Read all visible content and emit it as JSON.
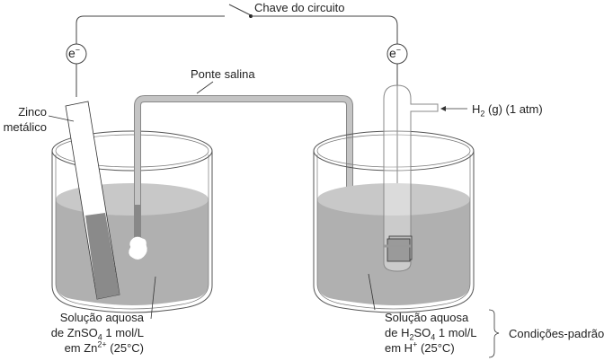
{
  "labels": {
    "switch": "Chave do circuito",
    "salt_bridge": "Ponte salina",
    "zinc_line1": "Zinco",
    "zinc_line2": "metálico",
    "h2_gas": "H",
    "h2_sub": "2",
    "h2_rest": " (g) (1 atm)",
    "electron": "e",
    "electron_sup": "−",
    "left_solution": {
      "line1": "Solução aquosa",
      "line2_pre": "de ZnSO",
      "line2_sub": "4",
      "line2_post": " 1 mol/L",
      "line3_pre": "em Zn",
      "line3_sup": "2+",
      "line3_post": " (25°C)"
    },
    "right_solution": {
      "line1": "Solução aquosa",
      "line2_pre": "de H",
      "line2_sub1": "2",
      "line2_mid": "SO",
      "line2_sub2": "4",
      "line2_post": " 1 mol/L",
      "line3_pre": "em H",
      "line3_sup": "+",
      "line3_post": " (25°C)"
    },
    "conditions": "Condições-padrão"
  },
  "colors": {
    "wire": "#444444",
    "solution": "#b0b0b0",
    "solution_surface": "#c8c8c8",
    "electrode": "#8a8a8a",
    "bridge": "#c4c4c4"
  }
}
